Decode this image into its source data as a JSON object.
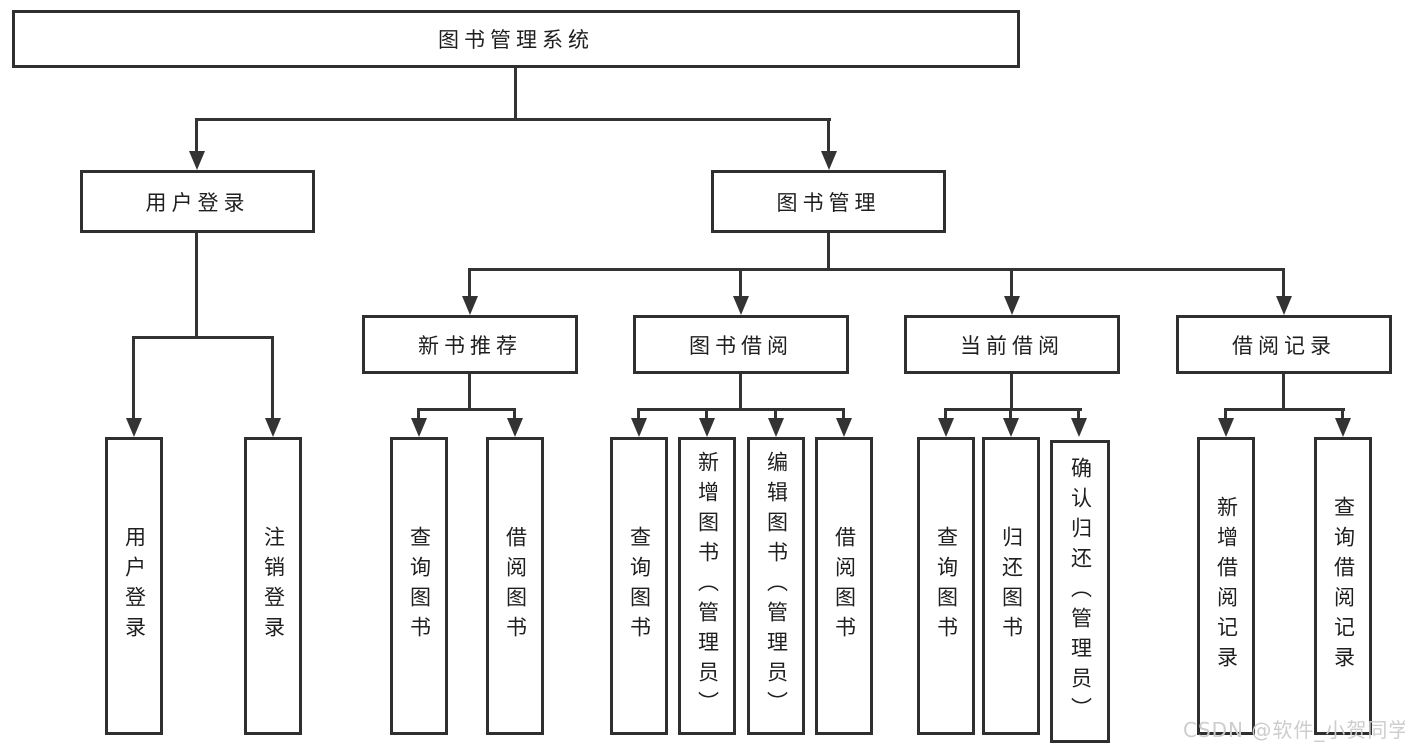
{
  "tree": {
    "root": "图书管理系统",
    "level2": [
      {
        "label": "用户登录"
      },
      {
        "label": "图书管理"
      }
    ],
    "level3": [
      {
        "label": "新书推荐"
      },
      {
        "label": "图书借阅"
      },
      {
        "label": "当前借阅"
      },
      {
        "label": "借阅记录"
      }
    ],
    "leaves": {
      "user_login": [
        "用户登录",
        "注销登录"
      ],
      "new_books": [
        "查询图书",
        "借阅图书"
      ],
      "book_borrow": [
        "查询图书",
        "新增图书（管理员）",
        "编辑图书（管理员）",
        "借阅图书"
      ],
      "current_borrow": [
        "查询图书",
        "归还图书",
        "确认归还（管理员）"
      ],
      "borrow_records": [
        "新增借阅记录",
        "查询借阅记录"
      ]
    }
  },
  "watermark": "CSDN @软件_小贺同学",
  "colors": {
    "line": "#333333",
    "box_border": "#2f2f2f",
    "text": "#1f1f1f",
    "watermark": "#cdcdcd",
    "background": "#ffffff"
  }
}
